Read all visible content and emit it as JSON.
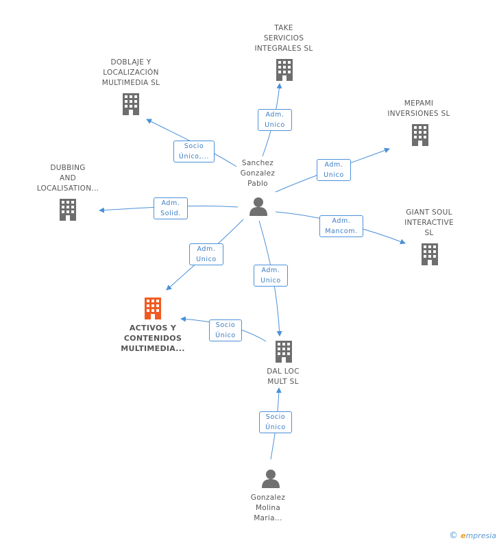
{
  "colors": {
    "edge": "#4a90d9",
    "node": "#777777",
    "highlight": "#f05a22"
  },
  "companies": {
    "take": [
      "TAKE",
      "SERVICIOS",
      "INTEGRALES SL"
    ],
    "doblaje": [
      "DOBLAJE Y",
      "LOCALIZACIÓN",
      "MULTIMEDIA SL"
    ],
    "mepami": [
      "MEPAMI",
      "INVERSIONES SL"
    ],
    "dubbing": [
      "DUBBING",
      "AND",
      "LOCALISATION..."
    ],
    "giant": [
      "GIANT SOUL",
      "INTERACTIVE",
      "SL"
    ],
    "activos": [
      "ACTIVOS Y",
      "CONTENIDOS",
      "MULTIMEDIA..."
    ],
    "dal": [
      "DAL LOC",
      "MULT SL"
    ]
  },
  "persons": {
    "sanchez": [
      "Sanchez",
      "Gonzalez",
      "Pablo"
    ],
    "gonzalez": [
      "Gonzalez",
      "Molina",
      "Maria..."
    ]
  },
  "relations": {
    "take": [
      "Adm.",
      "Unico"
    ],
    "doblaje": [
      "Socio",
      "Único,..."
    ],
    "mepami": [
      "Adm.",
      "Unico"
    ],
    "dubbing": [
      "Adm.",
      "Solid."
    ],
    "giant": [
      "Adm.",
      "Mancom."
    ],
    "activos": [
      "Adm.",
      "Unico"
    ],
    "dal": [
      "Adm.",
      "Unico"
    ],
    "dal_activos": [
      "Socio",
      "Único"
    ],
    "gonzalez_dal": [
      "Socio",
      "Único"
    ]
  },
  "footer": {
    "copyright": "©",
    "brand_e": "e",
    "brand_rest": "mpresia"
  },
  "icons": {
    "company": "building-icon",
    "person": "person-icon"
  }
}
